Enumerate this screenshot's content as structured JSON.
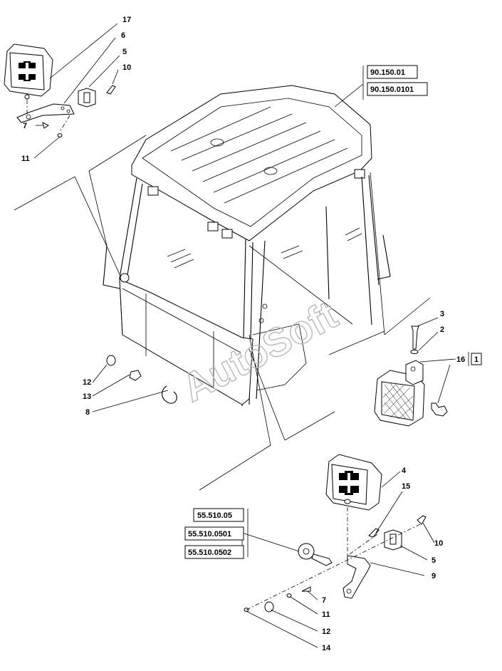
{
  "callouts": {
    "c17": "17",
    "c6": "6",
    "c5a": "5",
    "c10a": "10",
    "c7a": "7",
    "c11a": "11",
    "c3": "3",
    "c2": "2",
    "c16": "16",
    "c1": "1",
    "c12a": "12",
    "c13": "13",
    "c8": "8",
    "c4": "4",
    "c15": "15",
    "c10b": "10",
    "c5b": "5",
    "c9": "9",
    "c7b": "7",
    "c11b": "11",
    "c12b": "12",
    "c14": "14"
  },
  "references": {
    "cab_1": "90.150.01",
    "cab_2": "90.150.0101",
    "wiper_1": "55.510.05",
    "wiper_2": "55.510.0501",
    "wiper_3": "55.510.0502"
  },
  "watermark": "AutoSoft"
}
